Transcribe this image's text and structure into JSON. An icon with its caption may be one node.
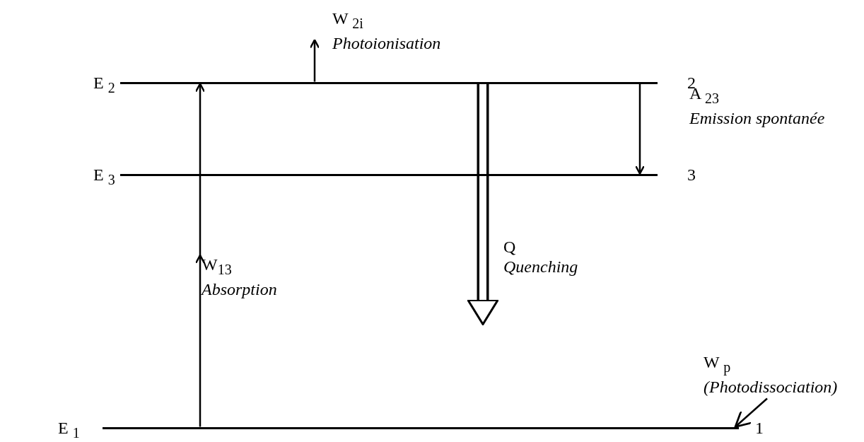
{
  "diagram": {
    "nodes": [
      {
        "text": [
          "E $_{2}$"
        ],
        "beside": [
          "2"
        ]
      },
      {
        "text": [
          "E $_{3}$"
        ],
        "beside": [
          "3"
        ]
      },
      {
        "text": [
          "E $_{1}$"
        ],
        "beside": [
          "1"
        ]
      }
    ],
    "edges": [
      {
        "from": 2,
        "to": 0,
        "arrow": "to",
        "label": "W$_{13}$ *Absorption*"
      },
      {
        "from": 0,
        "to": null,
        "arrow": "to",
        "label": "W $_{2i}$ *Photoionisation*"
      },
      {
        "from": 0,
        "to": null,
        "arrow": "to",
        "style": "thick",
        "label": "Q *Quenching*"
      },
      {
        "from": 0,
        "to": 1,
        "arrow": "to",
        "label": "A $_{23}$ *Emission spontanée*"
      },
      {
        "from": null,
        "to": 2,
        "arrow": "to",
        "label": "W $_{p}$ *(Photodissociation)*"
      }
    ]
  }
}
